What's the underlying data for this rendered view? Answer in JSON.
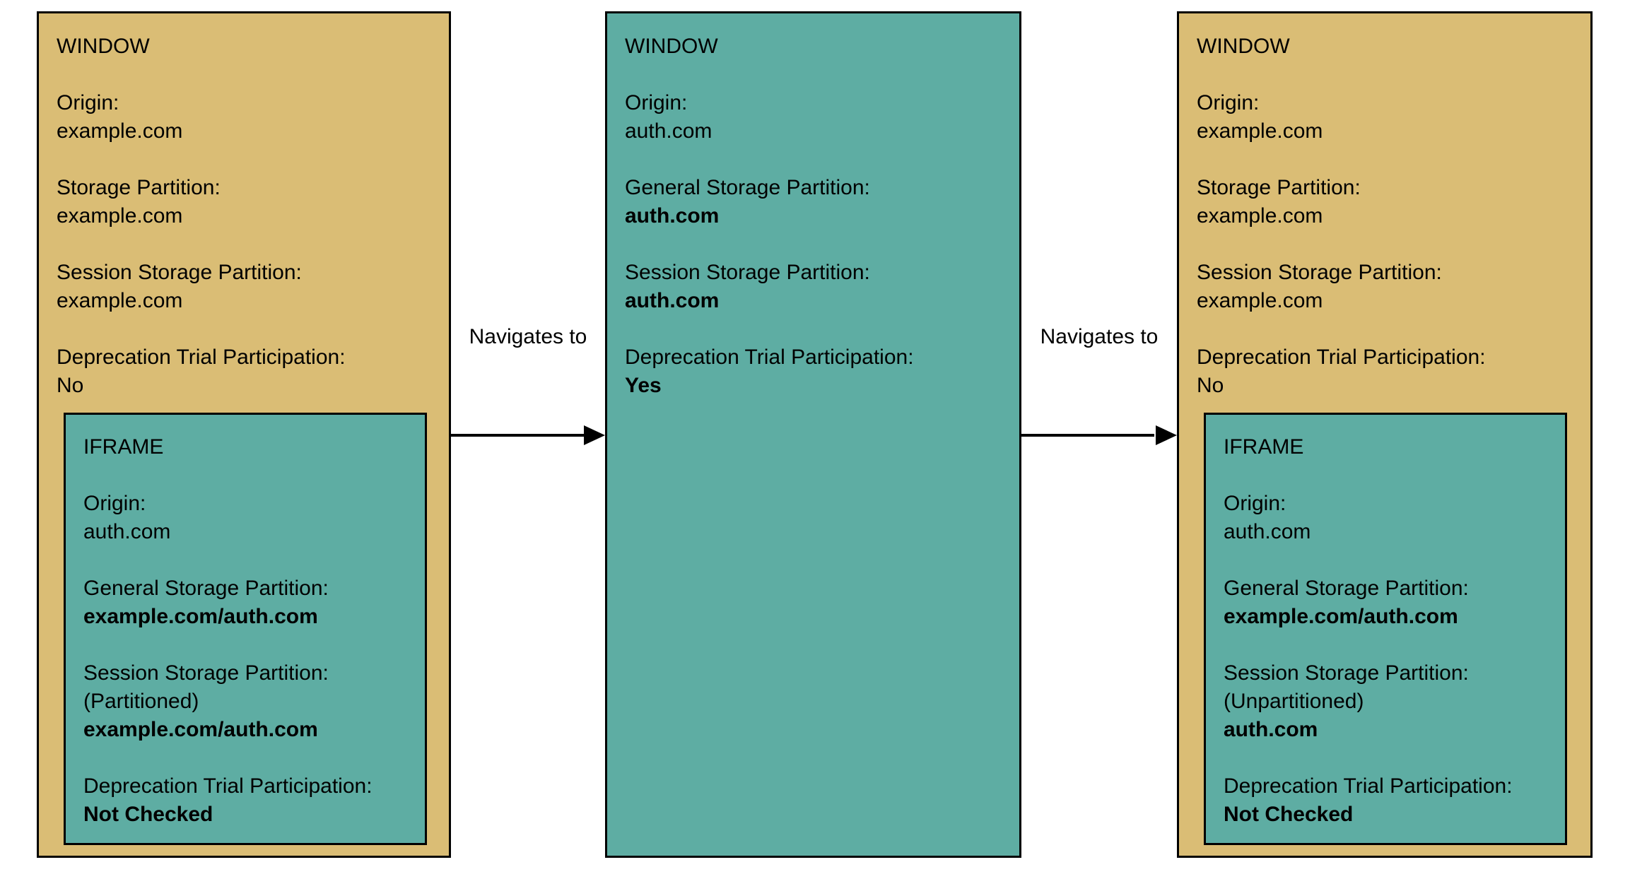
{
  "diagram": {
    "arrow_label_1": "Navigates to",
    "arrow_label_2": "Navigates to"
  },
  "colors": {
    "window_fill": "#DABD75",
    "iframe_fill": "#5EADA3",
    "border": "#000000",
    "text": "#000000",
    "background": "#FFFFFF"
  },
  "panels": [
    {
      "title": "WINDOW",
      "fields": [
        {
          "label": "Origin:",
          "value": "example.com",
          "bold": false
        },
        {
          "label": "Storage Partition:",
          "value": "example.com",
          "bold": false
        },
        {
          "label": "Session Storage Partition:",
          "value": "example.com",
          "bold": false
        },
        {
          "label": "Deprecation Trial Participation:",
          "value": "No",
          "bold": false
        }
      ],
      "iframe": {
        "title": "IFRAME",
        "fields": [
          {
            "label": "Origin:",
            "value": "auth.com",
            "bold": false
          },
          {
            "label": "General Storage Partition:",
            "value": "example.com/auth.com",
            "bold": true
          },
          {
            "label": "Session Storage Partition:",
            "note": "(Partitioned)",
            "value": "example.com/auth.com",
            "bold": true
          },
          {
            "label": "Deprecation Trial Participation:",
            "value": "Not Checked",
            "bold": true
          }
        ]
      }
    },
    {
      "title": "WINDOW",
      "fields": [
        {
          "label": "Origin:",
          "value": "auth.com",
          "bold": false
        },
        {
          "label": "General Storage Partition:",
          "value": "auth.com",
          "bold": true
        },
        {
          "label": "Session Storage Partition:",
          "value": "auth.com",
          "bold": true
        },
        {
          "label": "Deprecation Trial Participation:",
          "value": "Yes",
          "bold": true
        }
      ]
    },
    {
      "title": "WINDOW",
      "fields": [
        {
          "label": "Origin:",
          "value": "example.com",
          "bold": false
        },
        {
          "label": "Storage Partition:",
          "value": "example.com",
          "bold": false
        },
        {
          "label": "Session Storage Partition:",
          "value": "example.com",
          "bold": false
        },
        {
          "label": "Deprecation Trial Participation:",
          "value": "No",
          "bold": false
        }
      ],
      "iframe": {
        "title": "IFRAME",
        "fields": [
          {
            "label": "Origin:",
            "value": "auth.com",
            "bold": false
          },
          {
            "label": "General Storage Partition:",
            "value": "example.com/auth.com",
            "bold": true
          },
          {
            "label": "Session Storage Partition:",
            "note": "(Unpartitioned)",
            "value": "auth.com",
            "bold": true
          },
          {
            "label": "Deprecation Trial Participation:",
            "value": "Not Checked",
            "bold": true
          }
        ]
      }
    }
  ]
}
